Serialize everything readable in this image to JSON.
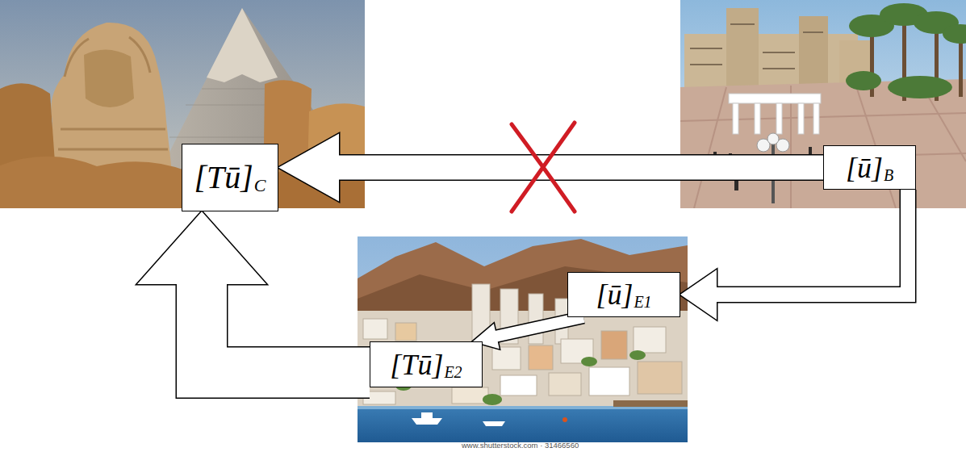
{
  "diagram": {
    "nodes": [
      {
        "text": [
          "[Tū]",
          "C"
        ]
      },
      {
        "text": [
          "[ū]",
          "B"
        ]
      },
      {
        "text": [
          "[ū]",
          "E1"
        ]
      },
      {
        "text": [
          "[Tū]",
          "E2"
        ]
      }
    ],
    "edges": [
      {
        "from": 1,
        "to": 0,
        "arrow": "to"
      },
      {
        "from": 1,
        "to": 2,
        "arrow": "to"
      },
      {
        "from": 2,
        "to": 3,
        "arrow": "to"
      },
      {
        "from": 3,
        "to": 0,
        "arrow": "to"
      }
    ],
    "labels": [
      "www.shutterstock.com · 31466560"
    ]
  }
}
